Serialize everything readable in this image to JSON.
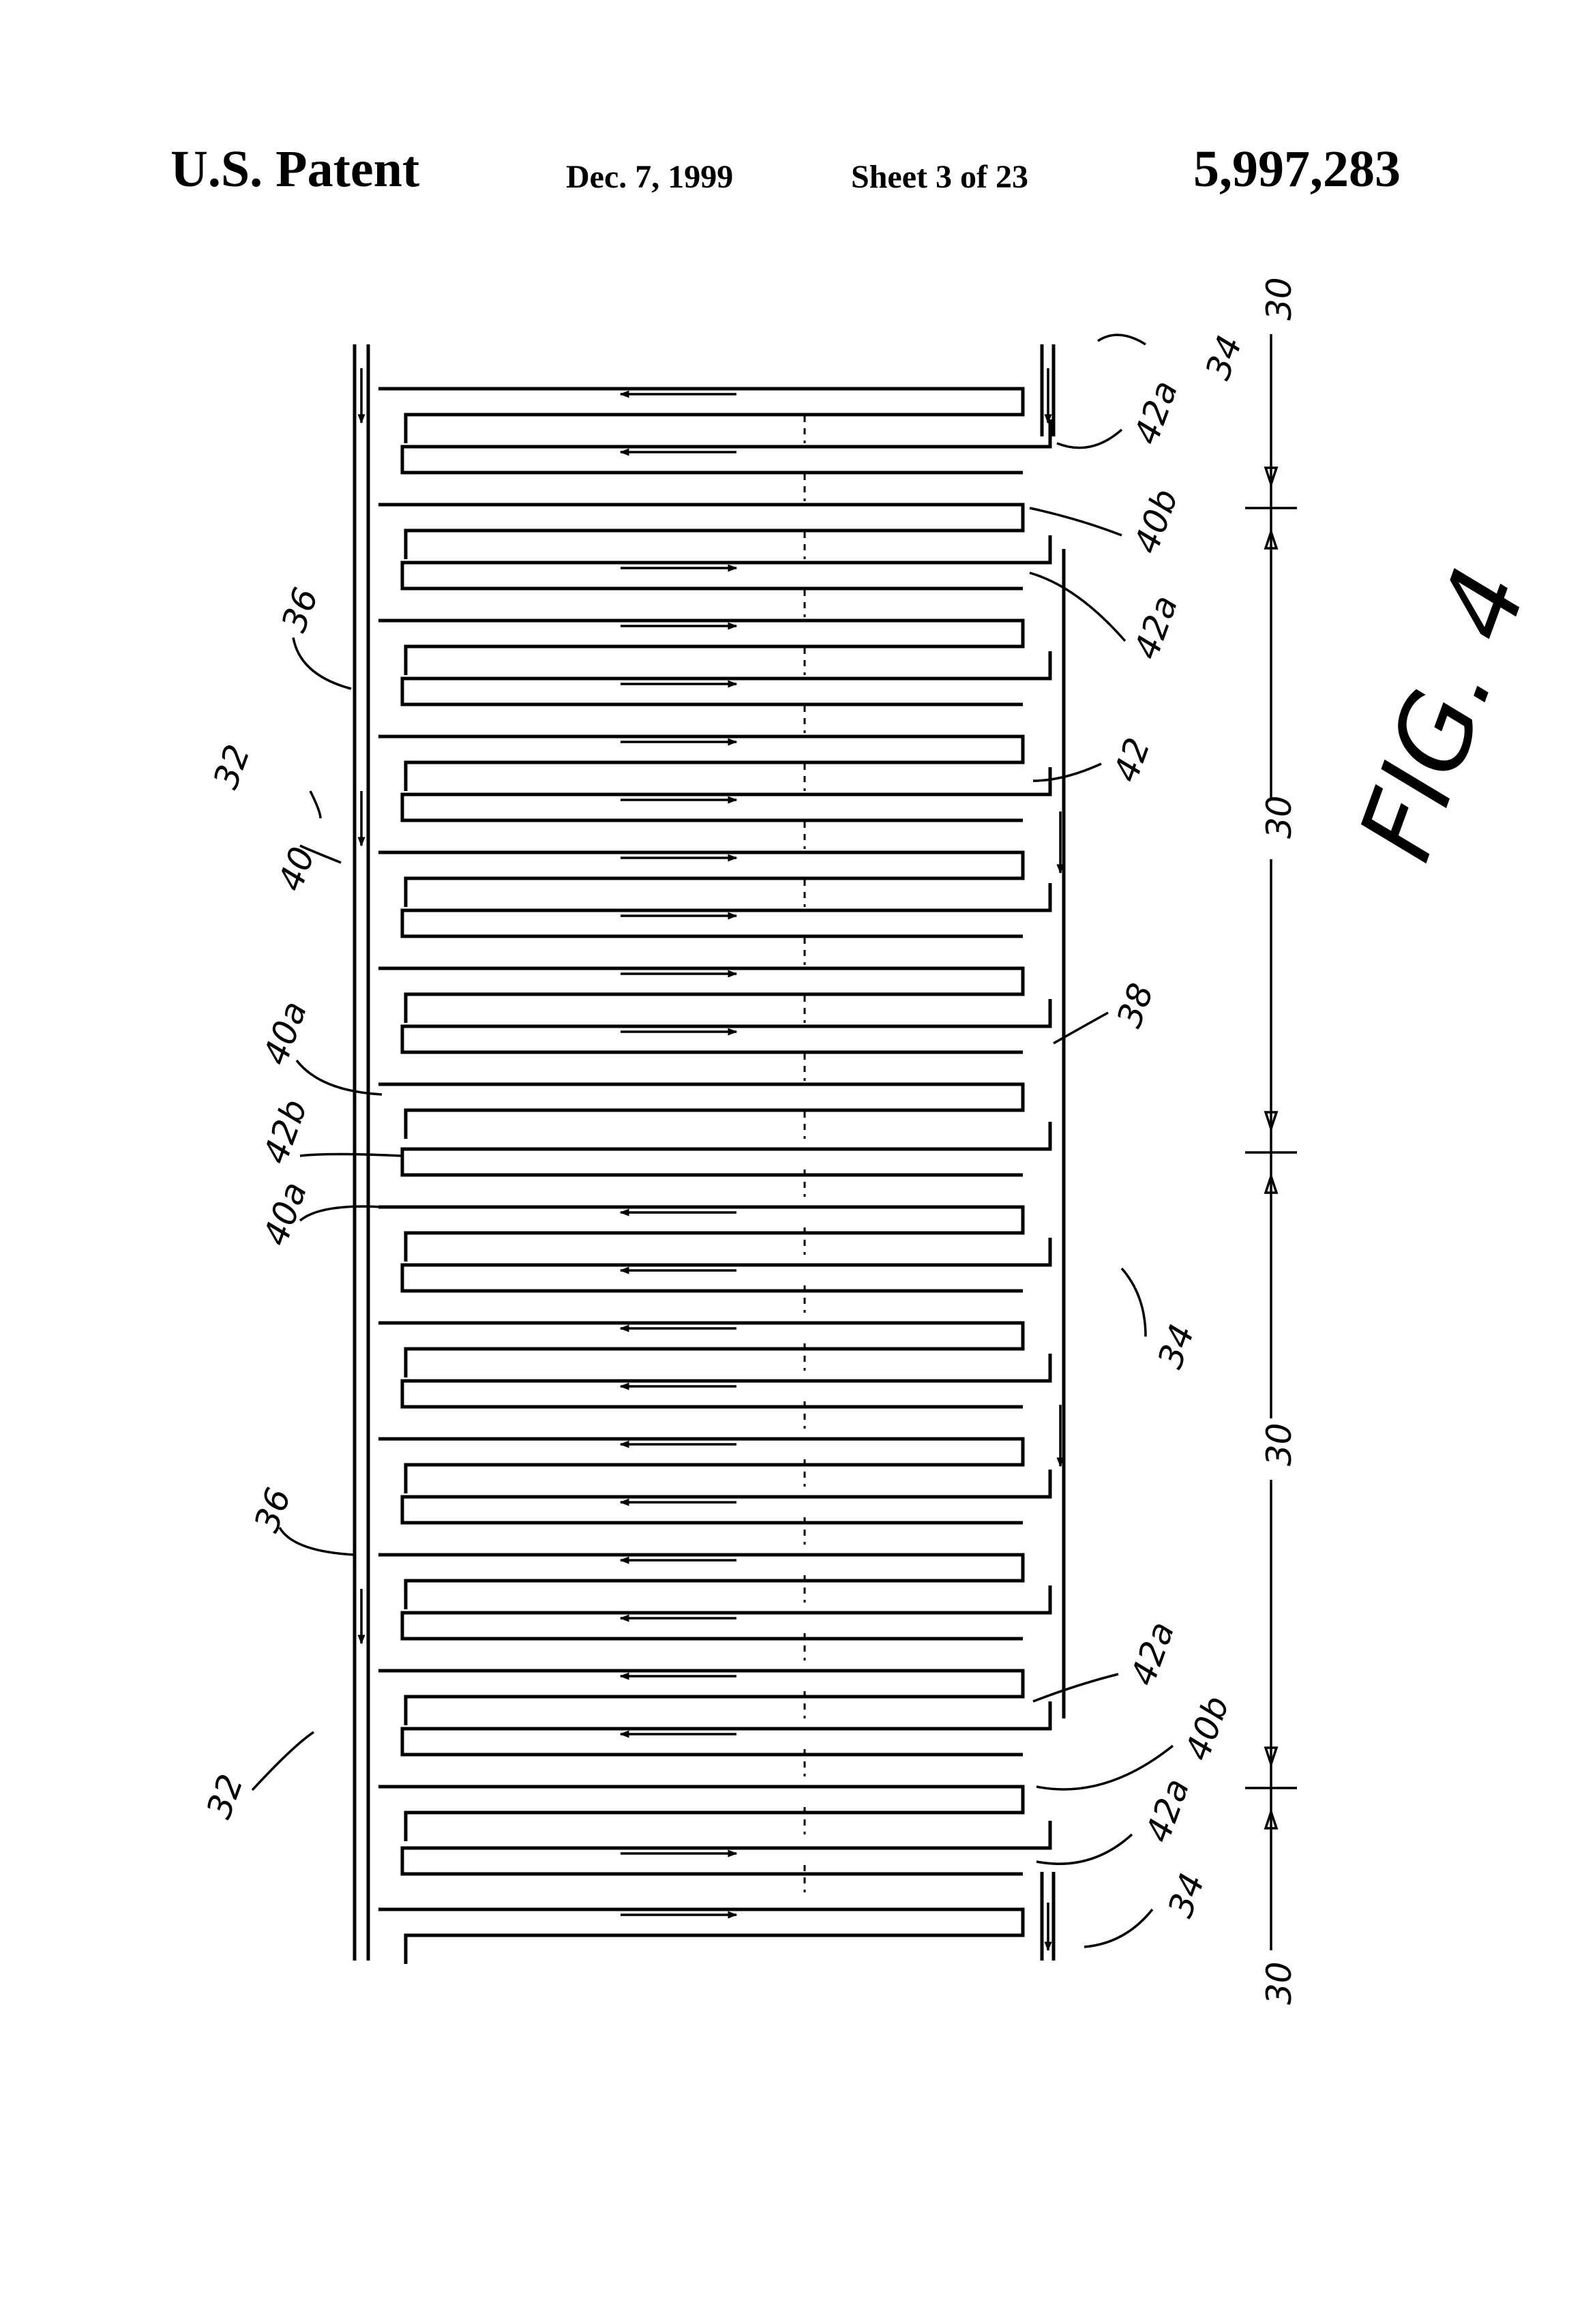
{
  "header": {
    "left": "U.S. Patent",
    "date": "Dec. 7, 1999",
    "sheet": "Sheet 3 of 23",
    "patent_number": "5,997,283"
  },
  "figure": {
    "label": "FIG. 4",
    "reference_labels": {
      "r30_top": "30",
      "r30_upper": "30",
      "r30_mid": "30",
      "r30_bottom": "30",
      "r34_top": "34",
      "r34_mid": "34",
      "r34_bottom": "34",
      "r42a_1": "42a",
      "r42a_2": "42a",
      "r42a_3": "42a",
      "r42a_4": "42a",
      "r40b_1": "40b",
      "r40b_2": "40b",
      "r36_1": "36",
      "r36_2": "36",
      "r32_1": "32",
      "r32_2": "32",
      "r40": "40",
      "r42": "42",
      "r38": "38",
      "r40a_1": "40a",
      "r40a_2": "40a",
      "r42b": "42b"
    }
  }
}
